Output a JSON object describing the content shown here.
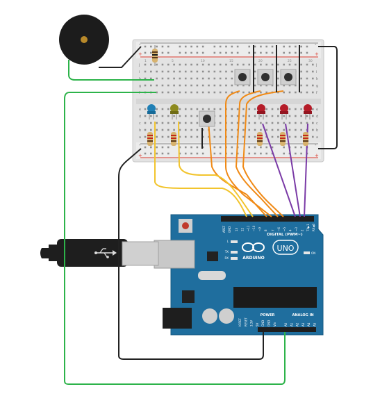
{
  "colors": {
    "background": "#ffffff",
    "breadboard": "#e6e6e6",
    "rail_red": "#d9392b",
    "arduino_blue": "#1f6e9e",
    "wire_orange": "#f08a16",
    "wire_yellow": "#f2c42d",
    "wire_purple": "#7a3aa6",
    "wire_black": "#222222",
    "wire_green": "#2db34a",
    "led_blue": "#1f7fb5",
    "led_yellow": "#8d8a1e",
    "led_red": "#b51c28",
    "button_cap": "#303030"
  },
  "breadboard": {
    "column_numbers": [
      "1",
      "5",
      "10",
      "15",
      "20",
      "25",
      "30"
    ],
    "rows_top": [
      "j",
      "i",
      "h",
      "g",
      "f"
    ],
    "rows_bottom": [
      "e",
      "d",
      "c",
      "b",
      "a"
    ],
    "rail_plus": "+",
    "rail_minus": "-"
  },
  "arduino": {
    "aref_label": "AREF",
    "gnd_label": "GND",
    "digital_pin_labels": [
      "13",
      "12",
      "~11",
      "~10",
      "~9",
      "8",
      "7",
      "~6",
      "~5",
      "4",
      "~3",
      "2",
      "TX▶1",
      "RX◀0"
    ],
    "digital_label": "DIGITAL (PWM~)",
    "uno_label": "UNO",
    "brand_label": "ARDUINO",
    "on_label": "ON",
    "l_label": "L",
    "tx_label": "TX",
    "rx_label": "RX",
    "power_label": "POWER",
    "analog_label": "ANALOG IN",
    "power_pin_labels": [
      "IOREF",
      "RESET",
      "3.3V",
      "5V",
      "GND",
      "GND",
      "Vin"
    ],
    "analog_pin_labels": [
      "A0",
      "A1",
      "A2",
      "A3",
      "A4",
      "A5"
    ]
  },
  "components": {
    "buzzer": "piezo-buzzer",
    "leds": [
      "blue",
      "yellow",
      "red",
      "red",
      "red"
    ],
    "buttons": 4,
    "resistors": 6
  }
}
